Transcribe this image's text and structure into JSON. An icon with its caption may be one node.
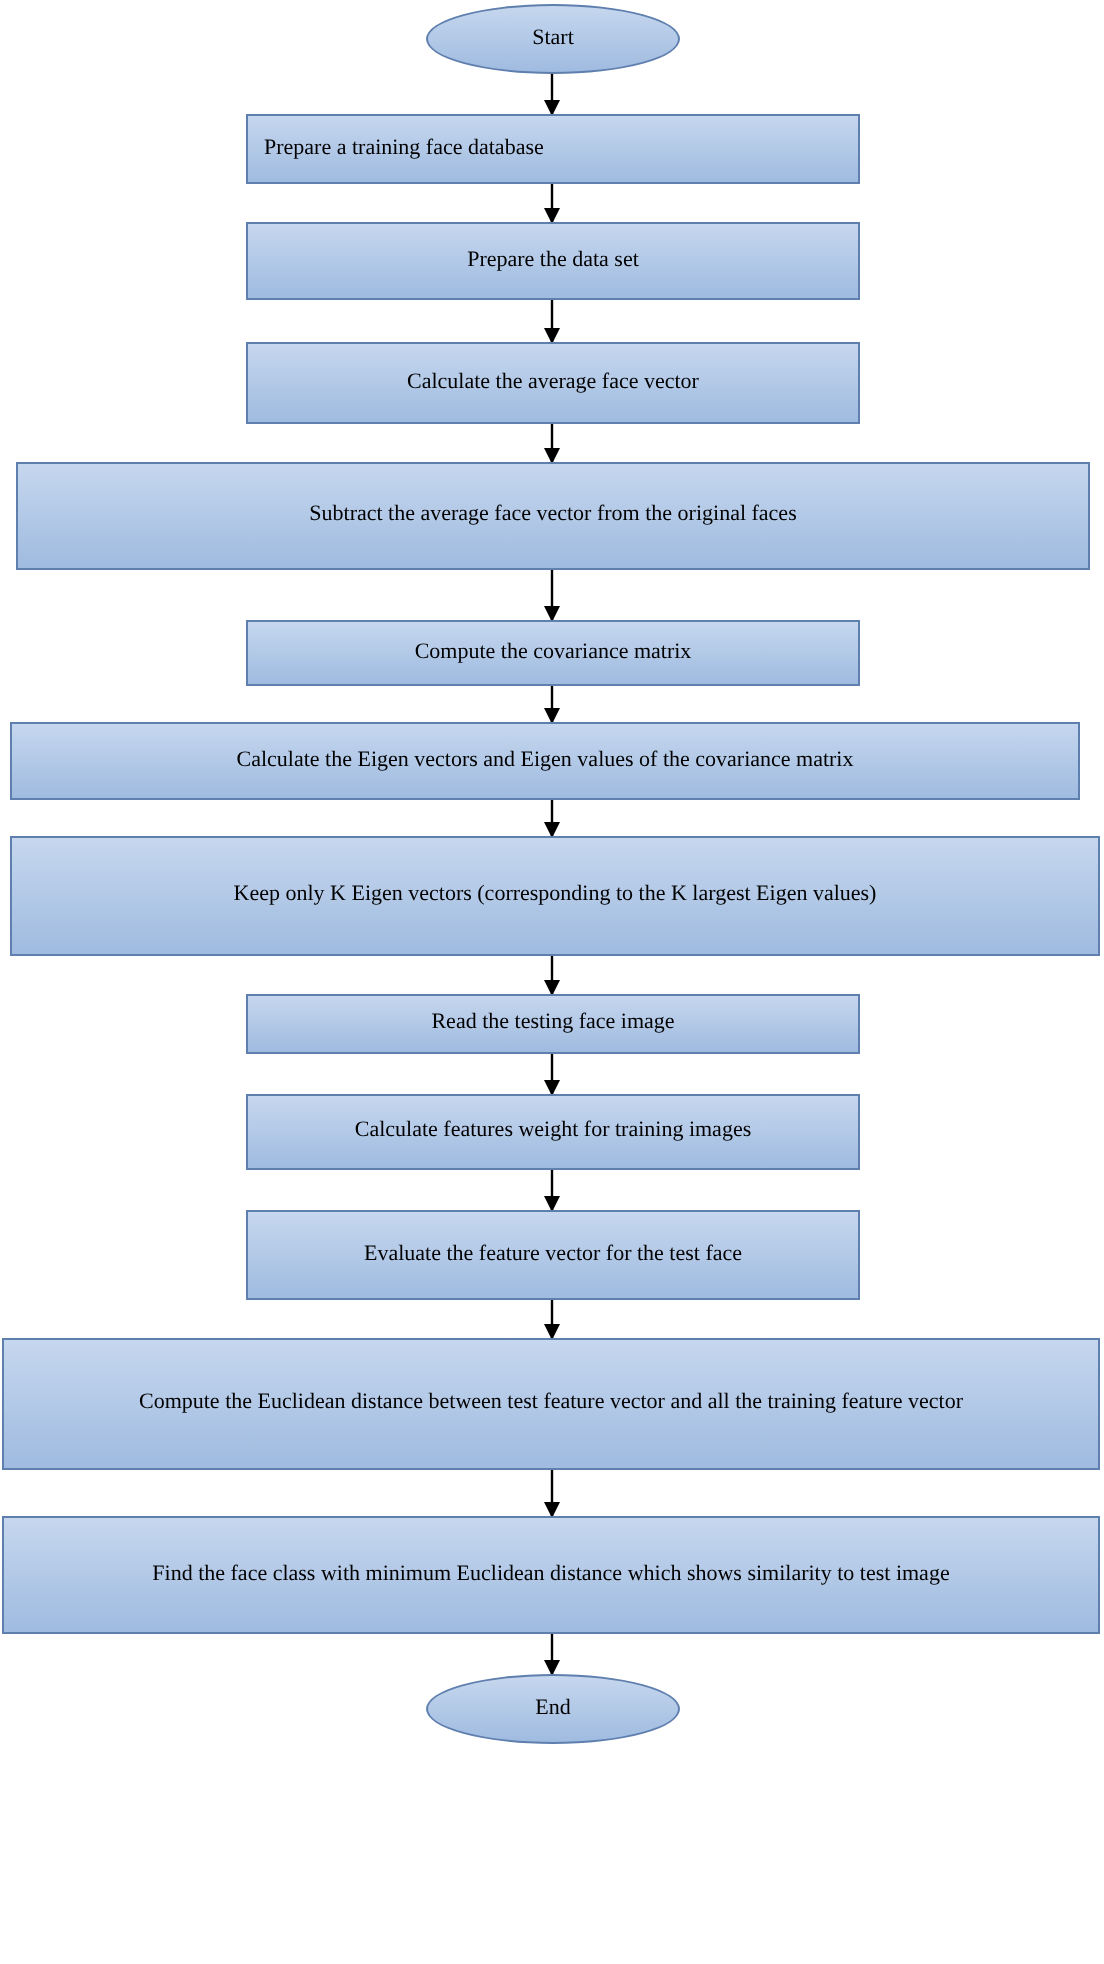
{
  "diagram": {
    "nodes": [
      {
        "text": [
          "Start"
        ]
      },
      {
        "text": [
          "Prepare a training face database"
        ]
      },
      {
        "text": [
          "Prepare the data set"
        ]
      },
      {
        "text": [
          "Calculate the average face vector"
        ]
      },
      {
        "text": [
          "Subtract the average face vector from the original faces"
        ]
      },
      {
        "text": [
          "Compute the covariance matrix"
        ]
      },
      {
        "text": [
          "Calculate the Eigen vectors and Eigen values of the covariance matrix"
        ]
      },
      {
        "text": [
          "Keep only K Eigen vectors (corresponding to the K largest Eigen values)"
        ]
      },
      {
        "text": [
          "Read the testing face image"
        ]
      },
      {
        "text": [
          "Calculate features weight for training images"
        ]
      },
      {
        "text": [
          "Evaluate the feature vector for the test face"
        ]
      },
      {
        "text": [
          "Compute the Euclidean distance between test feature vector and all the training feature vector"
        ]
      },
      {
        "text": [
          "Find the face class with minimum Euclidean distance which shows similarity to test image"
        ]
      },
      {
        "text": [
          "End"
        ]
      }
    ],
    "edges": [
      {
        "from": 0,
        "to": 1,
        "arrow": "to"
      },
      {
        "from": 1,
        "to": 2,
        "arrow": "to"
      },
      {
        "from": 2,
        "to": 3,
        "arrow": "to"
      },
      {
        "from": 3,
        "to": 4,
        "arrow": "to"
      },
      {
        "from": 4,
        "to": 5,
        "arrow": "to"
      },
      {
        "from": 5,
        "to": 6,
        "arrow": "to"
      },
      {
        "from": 6,
        "to": 7,
        "arrow": "to"
      },
      {
        "from": 7,
        "to": 8,
        "arrow": "to"
      },
      {
        "from": 8,
        "to": 9,
        "arrow": "to"
      },
      {
        "from": 9,
        "to": 10,
        "arrow": "to"
      },
      {
        "from": 10,
        "to": 11,
        "arrow": "to"
      },
      {
        "from": 11,
        "to": 12,
        "arrow": "to"
      },
      {
        "from": 12,
        "to": 13,
        "arrow": "to"
      }
    ]
  }
}
